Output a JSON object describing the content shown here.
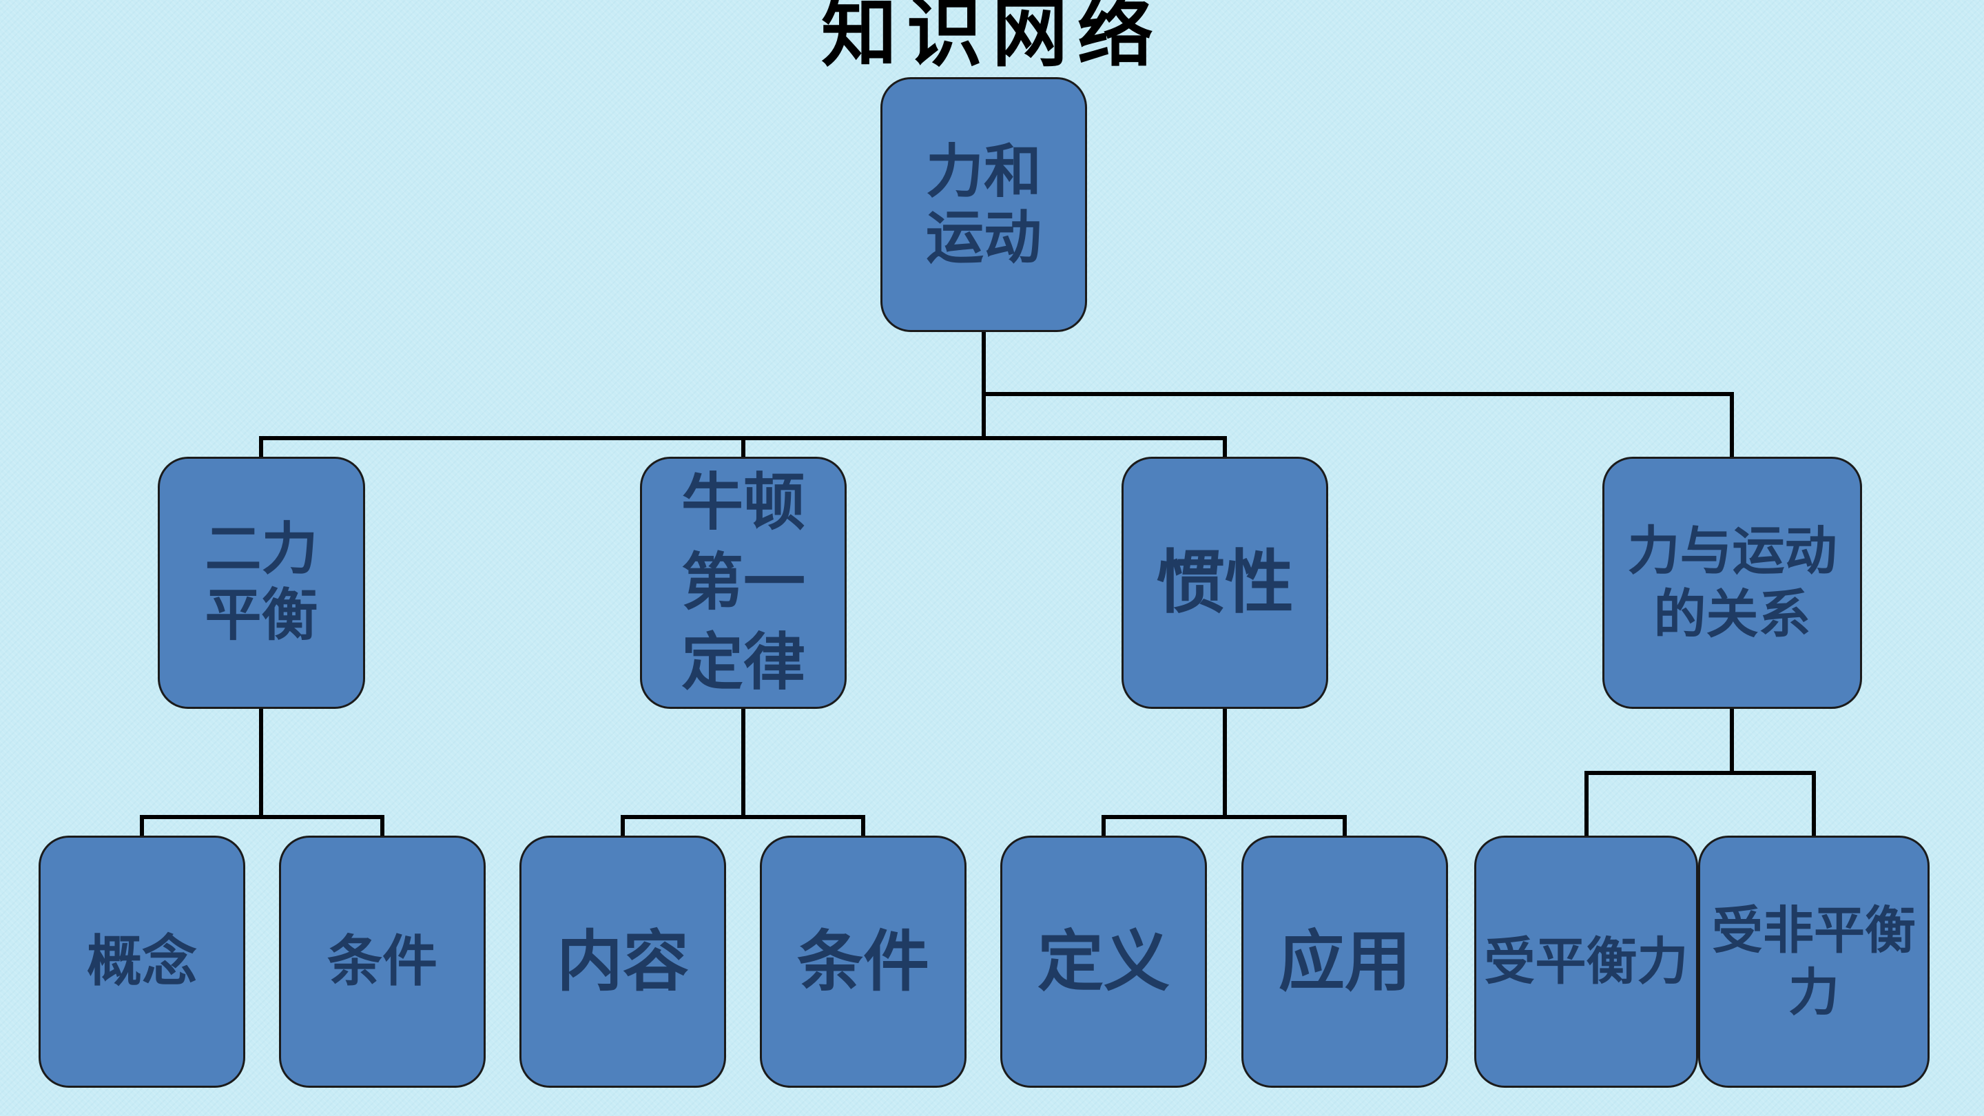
{
  "title": "知识网络",
  "root": {
    "label": "力和\n运动"
  },
  "branches": [
    {
      "label": "二力\n平衡"
    },
    {
      "label": "牛顿\n第一\n定律"
    },
    {
      "label": "惯性"
    },
    {
      "label": "力与运动\n的关系"
    }
  ],
  "leaves": [
    {
      "label": "概念"
    },
    {
      "label": "条件"
    },
    {
      "label": "内容"
    },
    {
      "label": "条件"
    },
    {
      "label": "定义"
    },
    {
      "label": "应用"
    },
    {
      "label": "受平衡力"
    },
    {
      "label": "受非平衡\n力"
    }
  ],
  "colors": {
    "background": "#c9ecf6",
    "node_fill": "#4f81bd",
    "node_text": "#1f3b63",
    "connector": "#000000"
  }
}
